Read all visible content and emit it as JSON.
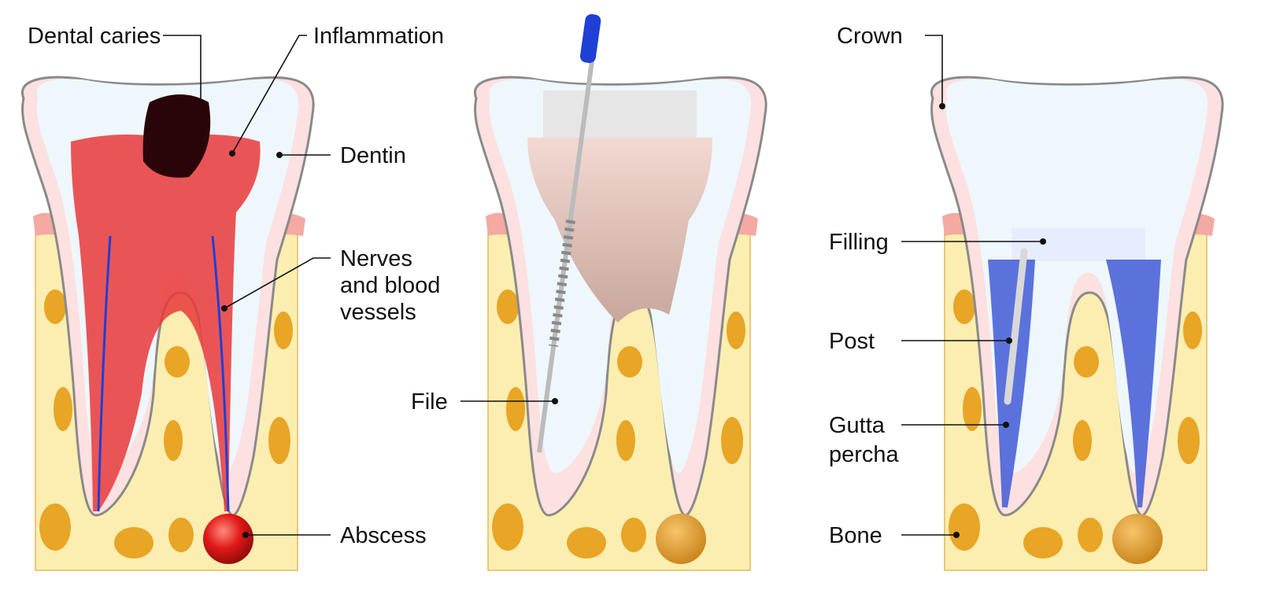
{
  "title": "Root canal treatment diagram",
  "panels": [
    {
      "name": "infected-tooth",
      "labels": {
        "caries": "Dental caries",
        "inflammation": "Inflammation",
        "dentin": "Dentin",
        "nerves_line1": "Nerves",
        "nerves_line2": "and blood",
        "nerves_line3": "vessels",
        "abscess": "Abscess"
      }
    },
    {
      "name": "cleaning-tooth",
      "labels": {
        "file": "File"
      }
    },
    {
      "name": "restored-tooth",
      "labels": {
        "crown": "Crown",
        "filling": "Filling",
        "post": "Post",
        "gutta_line1": "Gutta",
        "gutta_line2": "percha",
        "bone": "Bone"
      }
    }
  ],
  "colors": {
    "enamel": "#eef7fb",
    "outline": "#8a8a8a",
    "gum": "#f4a9a3",
    "bone": "#fbeeb0",
    "bone_spot": "#e8a526",
    "pulp_inflamed": "#e8383a",
    "file_handle": "#1f3fd6",
    "gutta_percha": "#4a63d8",
    "abscess": "#e01818"
  }
}
